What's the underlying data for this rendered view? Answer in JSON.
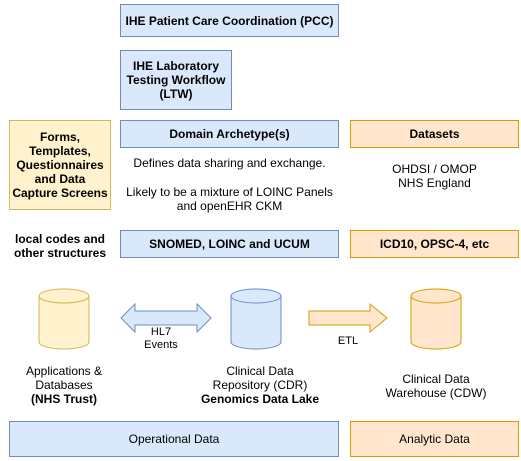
{
  "boxes": {
    "pcc": "IHE Patient Care Coordination (PCC)",
    "ltw": "IHE Laboratory\nTesting Workflow\n(LTW)",
    "forms": "Forms,\nTemplates,\nQuestionnaires\nand Data\nCapture Screens",
    "domain_archetype": "Domain Archetype(s)",
    "datasets": "Datasets",
    "snomed": "SNOMED, LOINC and UCUM",
    "icd": "ICD10, OPSC-4, etc",
    "operational": "Operational Data",
    "analytic": "Analytic Data"
  },
  "text": {
    "defines": "Defines data sharing and exchange.",
    "mixture": "Likely to be a mixture of LOINC Panels\nand openEHR CKM",
    "ohdsi": "OHDSI / OMOP\nNHS England",
    "local_codes": "local codes and\nother structures",
    "apps_line1": "Applications &\nDatabases",
    "apps_line2": "(NHS Trust)",
    "cdr_line1": "Clinical Data\nRepository (CDR)",
    "cdr_line2": "Genomics Data Lake",
    "cdw": "Clinical Data\nWarehouse (CDW)",
    "hl7": "HL7\nEvents",
    "etl": "ETL"
  },
  "colors": {
    "blue_fill": "#dae8fc",
    "blue_stroke": "#6c8ebf",
    "orange_fill": "#ffe6cc",
    "orange_stroke": "#d79b00",
    "yellow_fill": "#fff2cc",
    "yellow_stroke": "#d6b656"
  }
}
